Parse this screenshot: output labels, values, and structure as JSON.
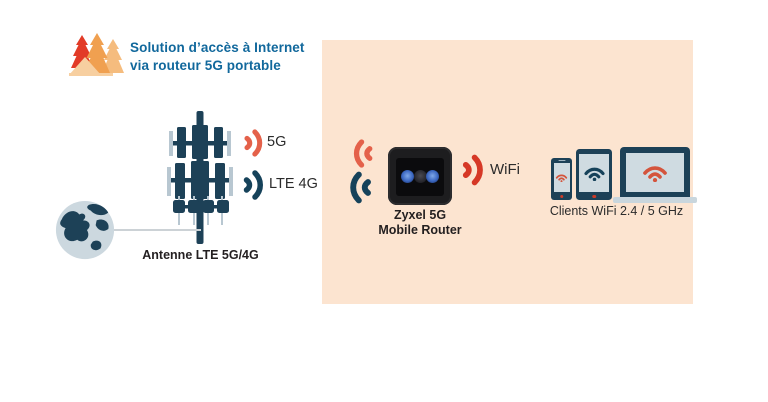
{
  "header": {
    "line1": "Solution d’accès à Internet",
    "line2_regular": "via routeur 5G ",
    "line2_bold": "portable"
  },
  "left_section": {
    "signal_5g_label": "5G",
    "signal_lte_label": "LTE 4G",
    "antenna_label": "Antenne LTE 5G/4G"
  },
  "panel": {
    "router_label_line1": "Zyxel 5G",
    "router_label_line2": "Mobile Router",
    "wifi_label": "WiFi",
    "clients_label": "Clients WiFi 2.4 / 5 GHz"
  },
  "colors": {
    "coral_5g": "#e4614a",
    "red_wifi": "#d63826",
    "navy": "#1d4157",
    "panel_background": "#fce4d0",
    "heading_blue": "#11689c",
    "device_screen_gray": "#cfdbe1",
    "text_dark": "#2b2b2b"
  }
}
